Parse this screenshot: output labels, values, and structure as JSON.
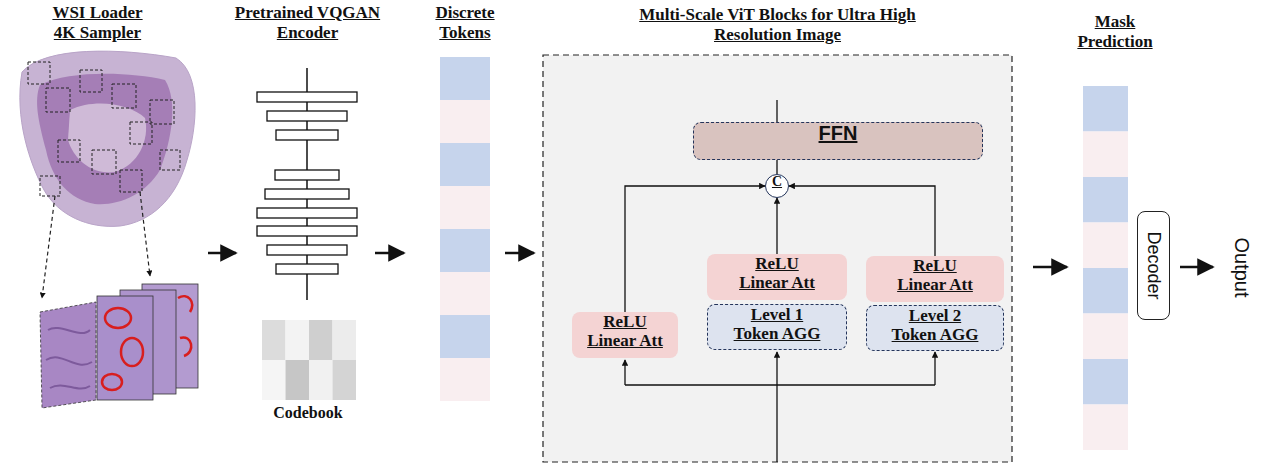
{
  "diagram": {
    "nodes": [
      {
        "text": [
          "Multi-Scale ViT Blocks for Ultra High Resolution Image"
        ]
      },
      {
        "text": [
          "FFN"
        ],
        "in": 0
      },
      {
        "text": [
          "C"
        ],
        "in": 0
      },
      {
        "text": [
          "ReLU Linear Att"
        ],
        "in": 0
      },
      {
        "text": [
          "ReLU Linear Att"
        ],
        "in": 0
      },
      {
        "text": [
          "Level 1 Token AGG"
        ],
        "in": 0
      },
      {
        "text": [
          "ReLU Linear Att"
        ],
        "in": 0
      },
      {
        "text": [
          "Level 2 Token AGG"
        ],
        "in": 0
      },
      {
        "text": [
          "Decoder"
        ]
      }
    ],
    "edges": [
      {
        "from": 3,
        "to": 2,
        "arrow": "to"
      },
      {
        "from": 4,
        "to": 2,
        "arrow": "to"
      },
      {
        "from": 6,
        "to": 2,
        "arrow": "to"
      },
      {
        "from": 2,
        "to": 1,
        "arrow": "none"
      }
    ],
    "labels": [
      "WSI Loader 4K Sampler",
      "Pretrained VQGAN Encoder",
      "Discrete Tokens",
      "Codebook",
      "Mask Prediction",
      "Output"
    ]
  }
}
